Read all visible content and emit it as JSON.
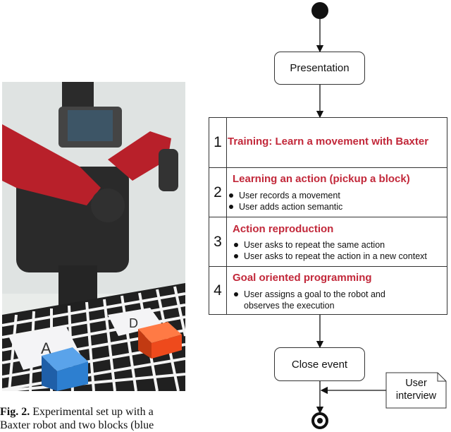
{
  "flowchart": {
    "presentation": "Presentation",
    "close_event": "Close event",
    "user_interview": "User\ninterview",
    "rows": [
      {
        "number": "1",
        "title": "Training: Learn a movement with Baxter",
        "bullets": []
      },
      {
        "number": "2",
        "title": "Learning an action (pickup a block)",
        "bullets": [
          "User records a movement",
          "User adds action semantic"
        ]
      },
      {
        "number": "3",
        "title": "Action reproduction",
        "bullets": [
          "User asks to repeat the same action",
          "User asks to repeat the action in a new context"
        ]
      },
      {
        "number": "4",
        "title": "Goal oriented programming",
        "bullets": [
          "User assigns a goal to the robot and",
          "observes the execution"
        ]
      }
    ]
  },
  "photo": {
    "block_label_a": "A",
    "block_label_d": "D"
  },
  "caption": {
    "label": "Fig. 2.",
    "text": "Experimental set up with a",
    "text_line2": "Baxter robot and two blocks (blue"
  },
  "colors": {
    "accent_red": "#c2283a",
    "robot_red": "#b8202a",
    "block_blue": "#2d7fd0",
    "block_orange": "#ee4a1c"
  }
}
